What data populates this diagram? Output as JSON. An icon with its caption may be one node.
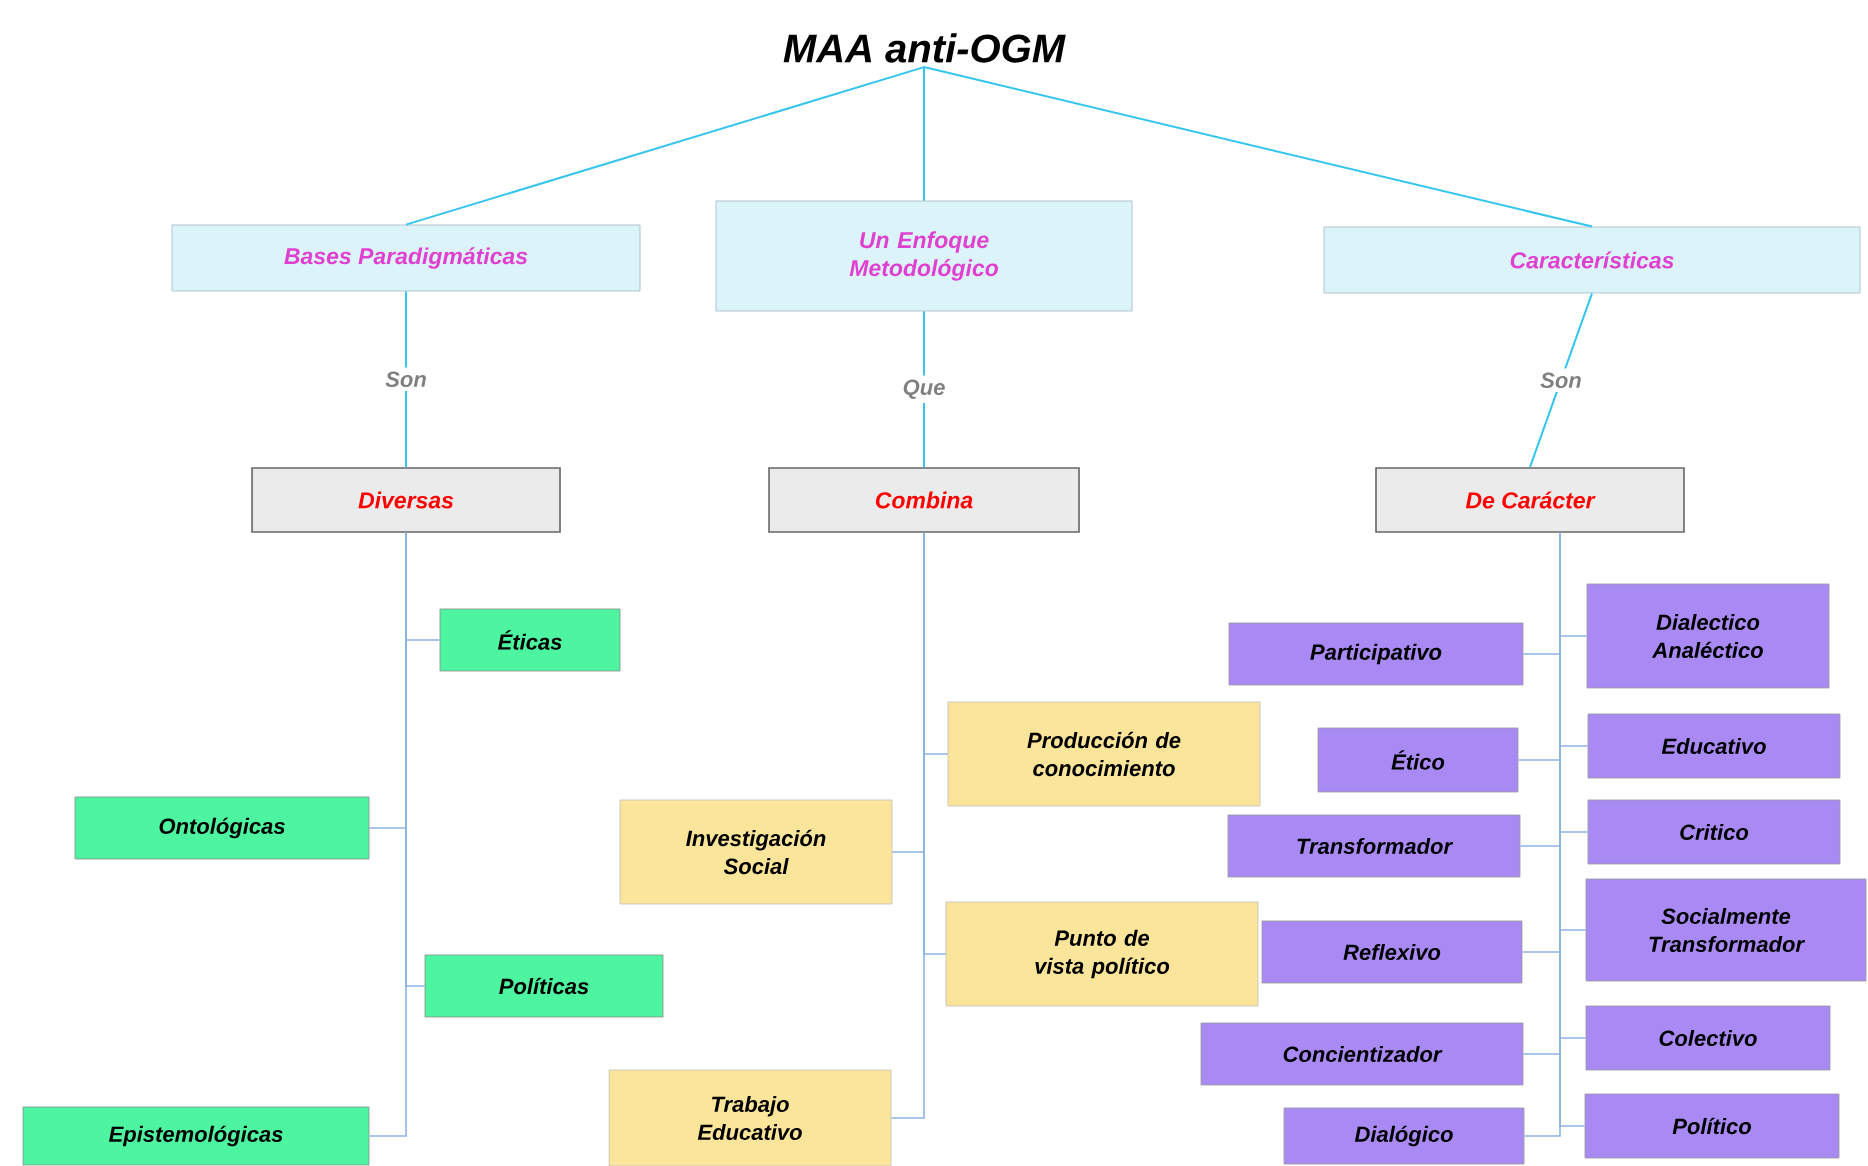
{
  "diagram": {
    "nodes": [
      {
        "text": [
          "MAA anti-OGM"
        ]
      },
      {
        "text": [
          "Bases Paradigmáticas"
        ]
      },
      {
        "text": [
          "Un Enfoque Metodológico"
        ]
      },
      {
        "text": [
          "Características"
        ]
      },
      {
        "text": [
          "Diversas"
        ]
      },
      {
        "text": [
          "Combina"
        ]
      },
      {
        "text": [
          "De Carácter"
        ]
      },
      {
        "text": [
          "Éticas"
        ]
      },
      {
        "text": [
          "Ontológicas"
        ]
      },
      {
        "text": [
          "Políticas"
        ]
      },
      {
        "text": [
          "Epistemológicas"
        ]
      },
      {
        "text": [
          "Producción de conocimiento"
        ]
      },
      {
        "text": [
          "Investigación Social"
        ]
      },
      {
        "text": [
          "Punto de vista político"
        ]
      },
      {
        "text": [
          "Trabajo Educativo"
        ]
      },
      {
        "text": [
          "Dialectico Analéctico"
        ]
      },
      {
        "text": [
          "Participativo"
        ]
      },
      {
        "text": [
          "Educativo"
        ]
      },
      {
        "text": [
          "Ético"
        ]
      },
      {
        "text": [
          "Critico"
        ]
      },
      {
        "text": [
          "Transformador"
        ]
      },
      {
        "text": [
          "Socialmente Transformador"
        ]
      },
      {
        "text": [
          "Reflexivo"
        ]
      },
      {
        "text": [
          "Colectivo"
        ]
      },
      {
        "text": [
          "Concientizador"
        ]
      },
      {
        "text": [
          "Político"
        ]
      },
      {
        "text": [
          "Dialógico"
        ]
      }
    ],
    "edges": [
      {
        "from": 0,
        "to": 1,
        "arrow": "none",
        "color": "#33c4f0"
      },
      {
        "from": 0,
        "to": 2,
        "arrow": "none",
        "color": "#33c4f0"
      },
      {
        "from": 0,
        "to": 3,
        "arrow": "none",
        "color": "#33c4f0"
      },
      {
        "from": 1,
        "to": 4,
        "arrow": "none",
        "label": "Son",
        "color": "#33c4f0"
      },
      {
        "from": 2,
        "to": 5,
        "arrow": "none",
        "label": "Que",
        "color": "#33c4f0"
      },
      {
        "from": 3,
        "to": 6,
        "arrow": "none",
        "label": "Son",
        "color": "#33c4f0"
      },
      {
        "from": 4,
        "to": 7,
        "arrow": "none"
      },
      {
        "from": 4,
        "to": 8,
        "arrow": "none"
      },
      {
        "from": 4,
        "to": 9,
        "arrow": "none"
      },
      {
        "from": 4,
        "to": 10,
        "arrow": "none"
      },
      {
        "from": 5,
        "to": 11,
        "arrow": "none"
      },
      {
        "from": 5,
        "to": 12,
        "arrow": "none"
      },
      {
        "from": 5,
        "to": 13,
        "arrow": "none"
      },
      {
        "from": 5,
        "to": 14,
        "arrow": "none"
      },
      {
        "from": 6,
        "to": 15,
        "arrow": "none"
      },
      {
        "from": 6,
        "to": 16,
        "arrow": "none"
      },
      {
        "from": 6,
        "to": 17,
        "arrow": "none"
      },
      {
        "from": 6,
        "to": 18,
        "arrow": "none"
      },
      {
        "from": 6,
        "to": 19,
        "arrow": "none"
      },
      {
        "from": 6,
        "to": 20,
        "arrow": "none"
      },
      {
        "from": 6,
        "to": 21,
        "arrow": "none"
      },
      {
        "from": 6,
        "to": 22,
        "arrow": "none"
      },
      {
        "from": 6,
        "to": 23,
        "arrow": "none"
      },
      {
        "from": 6,
        "to": 24,
        "arrow": "none"
      },
      {
        "from": 6,
        "to": 25,
        "arrow": "none"
      },
      {
        "from": 6,
        "to": 26,
        "arrow": "none"
      }
    ]
  }
}
